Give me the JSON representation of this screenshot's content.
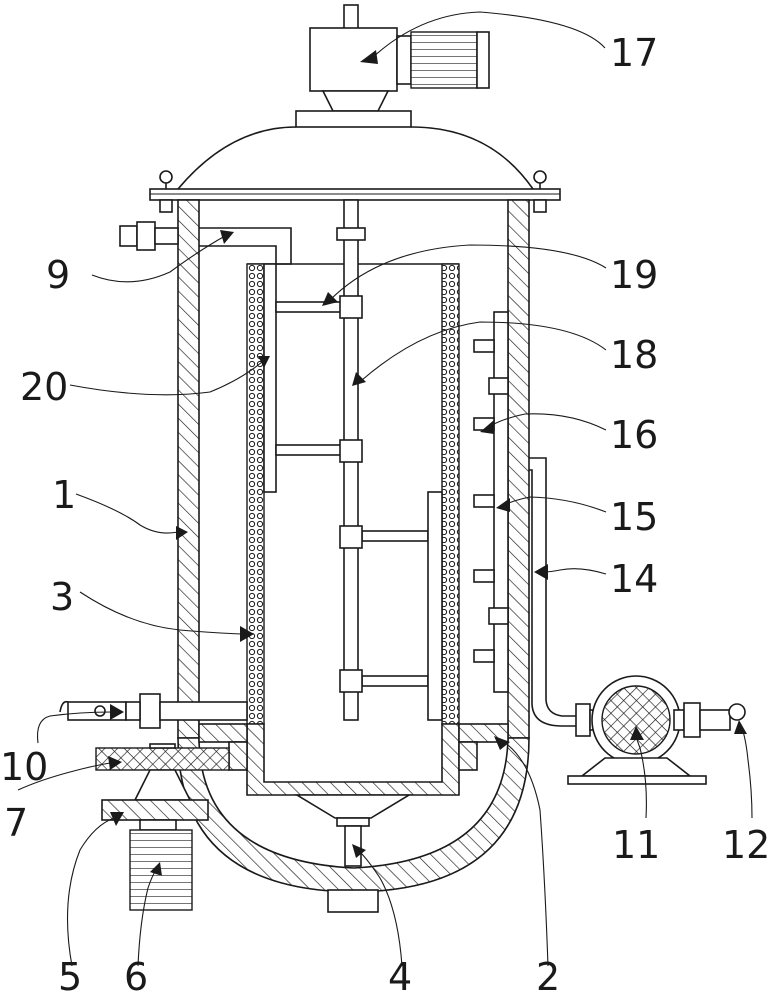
{
  "labels": {
    "l1": "1",
    "l2": "2",
    "l3": "3",
    "l4": "4",
    "l5": "5",
    "l6": "6",
    "l7": "7",
    "l9": "9",
    "l10": "10",
    "l11": "11",
    "l12": "12",
    "l14": "14",
    "l15": "15",
    "l16": "16",
    "l17": "17",
    "l18": "18",
    "l19": "19",
    "l20": "20"
  }
}
